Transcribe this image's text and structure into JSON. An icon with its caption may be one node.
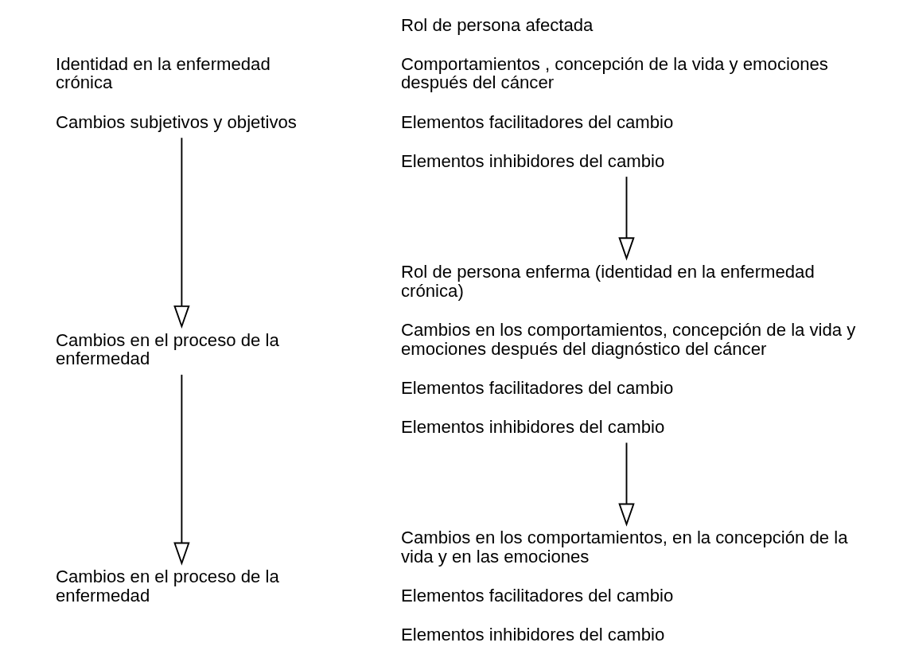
{
  "diagram": {
    "nodes": [
      {
        "text": [
          "Identidad en la enfermedad crónica",
          "Cambios subjetivos y objetivos"
        ]
      },
      {
        "text": [
          "Rol de persona afectada",
          "Comportamientos , concepción de la vida y emociones después del cáncer",
          "Elementos facilitadores del cambio",
          "Elementos inhibidores del cambio"
        ]
      },
      {
        "text": [
          "Cambios en el proceso de la enfermedad"
        ]
      },
      {
        "text": [
          "Rol de persona enferma (identidad en la enfermedad crónica)",
          "Cambios en los comportamientos, concepción de la vida y emociones después del diagnóstico del cáncer",
          "Elementos facilitadores del cambio",
          "Elementos inhibidores del cambio"
        ]
      },
      {
        "text": [
          "Cambios en el proceso de la enfermedad"
        ]
      },
      {
        "text": [
          "Cambios en los comportamientos, en la concepción de la vida y en las emociones",
          "Elementos facilitadores del cambio",
          "Elementos inhibidores del cambio"
        ]
      }
    ],
    "edges": [
      {
        "from": 0,
        "to": 2,
        "arrow": "to"
      },
      {
        "from": 2,
        "to": 4,
        "arrow": "to"
      },
      {
        "from": 1,
        "to": 3,
        "arrow": "to"
      },
      {
        "from": 3,
        "to": 5,
        "arrow": "to"
      }
    ]
  }
}
